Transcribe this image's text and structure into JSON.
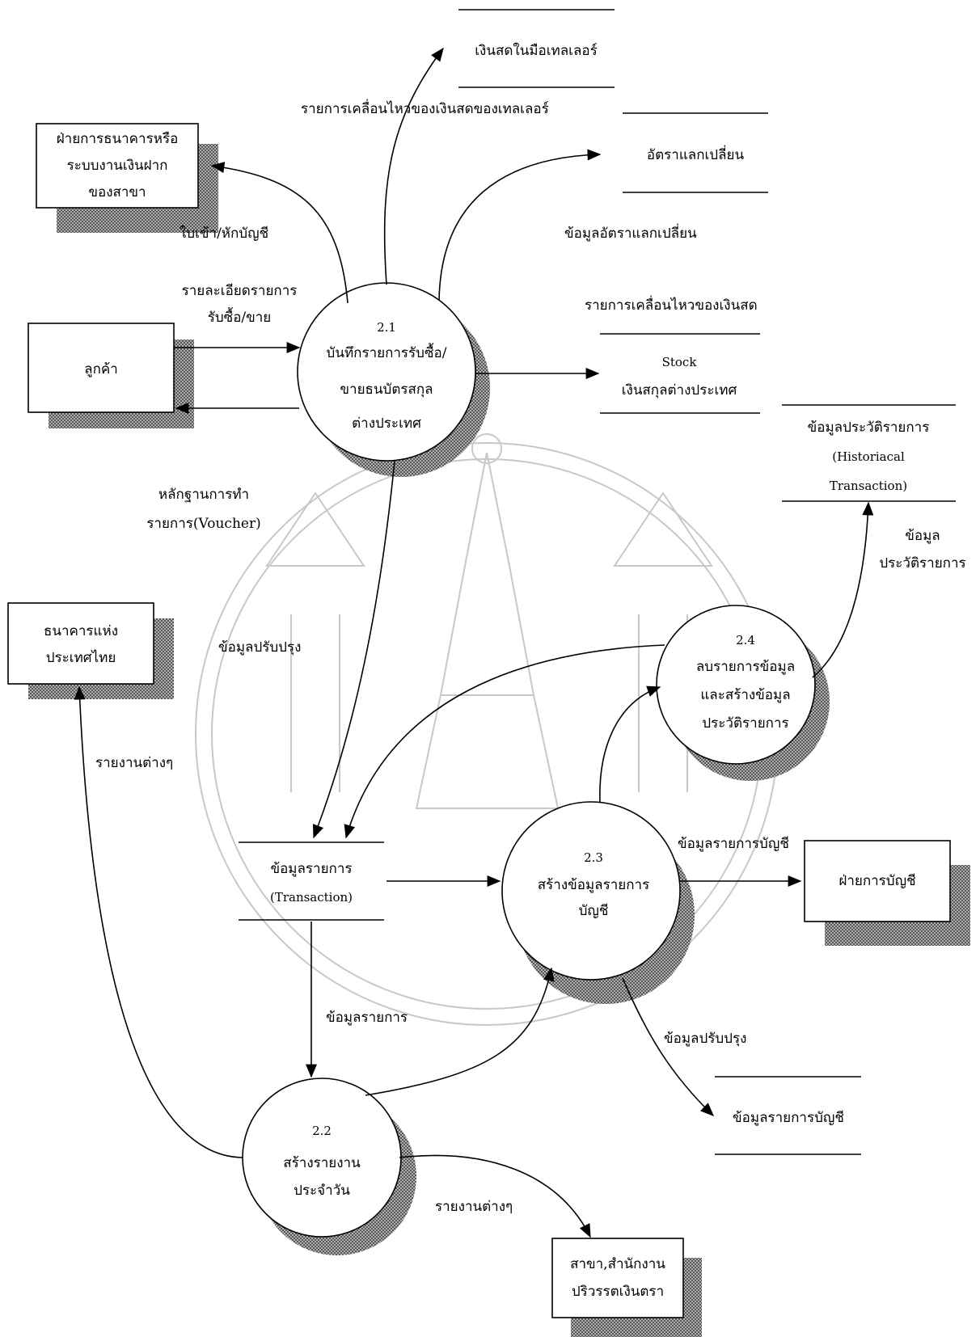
{
  "external_entities": {
    "branch_deposit": [
      "ฝ่ายการธนาคารหรือ",
      "ระบบงานเงินฝาก",
      "ของสาขา"
    ],
    "customer": [
      "ลูกค้า"
    ],
    "bank_of_thailand": [
      "ธนาคารแห่ง",
      "ประเทศไทย"
    ],
    "accounting_dept": [
      "ฝ่ายการบัญชี"
    ],
    "branch_fx_office": [
      "สาขา,สำนักงาน",
      "ปริวรรตเงินตรา"
    ]
  },
  "processes": {
    "p21": {
      "id": "2.1",
      "lines": [
        "บันทึกรายการรับซื้อ/",
        "ขายธนบัตรสกุล",
        "ต่างประเทศ"
      ]
    },
    "p22": {
      "id": "2.2",
      "lines": [
        "สร้างรายงาน",
        "ประจำวัน"
      ]
    },
    "p23": {
      "id": "2.3",
      "lines": [
        "สร้างข้อมูลรายการ",
        "บัญชี"
      ]
    },
    "p24": {
      "id": "2.4",
      "lines": [
        "ลบรายการข้อมูล",
        "และสร้างข้อมูล",
        "ประวัติรายการ"
      ]
    }
  },
  "data_stores": {
    "teller_cash": [
      "เงินสดในมือเทลเลอร์"
    ],
    "exchange_rate": [
      "อัตราแลกเปลี่ยน"
    ],
    "stock": [
      "Stock",
      "เงินสกุลต่างประเทศ"
    ],
    "history": [
      "ข้อมูลประวัติรายการ",
      "(Historiacal",
      "Transaction)"
    ],
    "transaction": [
      "ข้อมูลรายการ",
      "(Transaction)"
    ],
    "account_txn": [
      "ข้อมูลรายการบัญชี"
    ]
  },
  "flow_labels": {
    "teller_cash_movement": "รายการเคลื่อนไหวของเงินสดของเทลเลอร์",
    "debit_slip": "ใบเข้า/หักบัญชี",
    "exchange_rate_data": "ข้อมูลอัตราแลกเปลี่ยน",
    "cash_movement": "รายการเคลื่อนไหวของเงินสด",
    "trade_detail": [
      "รายละเอียดรายการ",
      "รับซื้อ/ขาย"
    ],
    "voucher": [
      "หลักฐานการทำ",
      "รายการ(Voucher)"
    ],
    "history_data": [
      "ข้อมูล",
      "ประวัติรายการ"
    ],
    "update_data_left": "ข้อมูลปรับปรุง",
    "reports_left": "รายงานต่างๆ",
    "account_txn_data": "ข้อมูลรายการบัญชี",
    "txn_data": "ข้อมูลรายการ",
    "update_data_right": "ข้อมูลปรับปรุง",
    "reports_bottom": "รายงานต่างๆ"
  }
}
